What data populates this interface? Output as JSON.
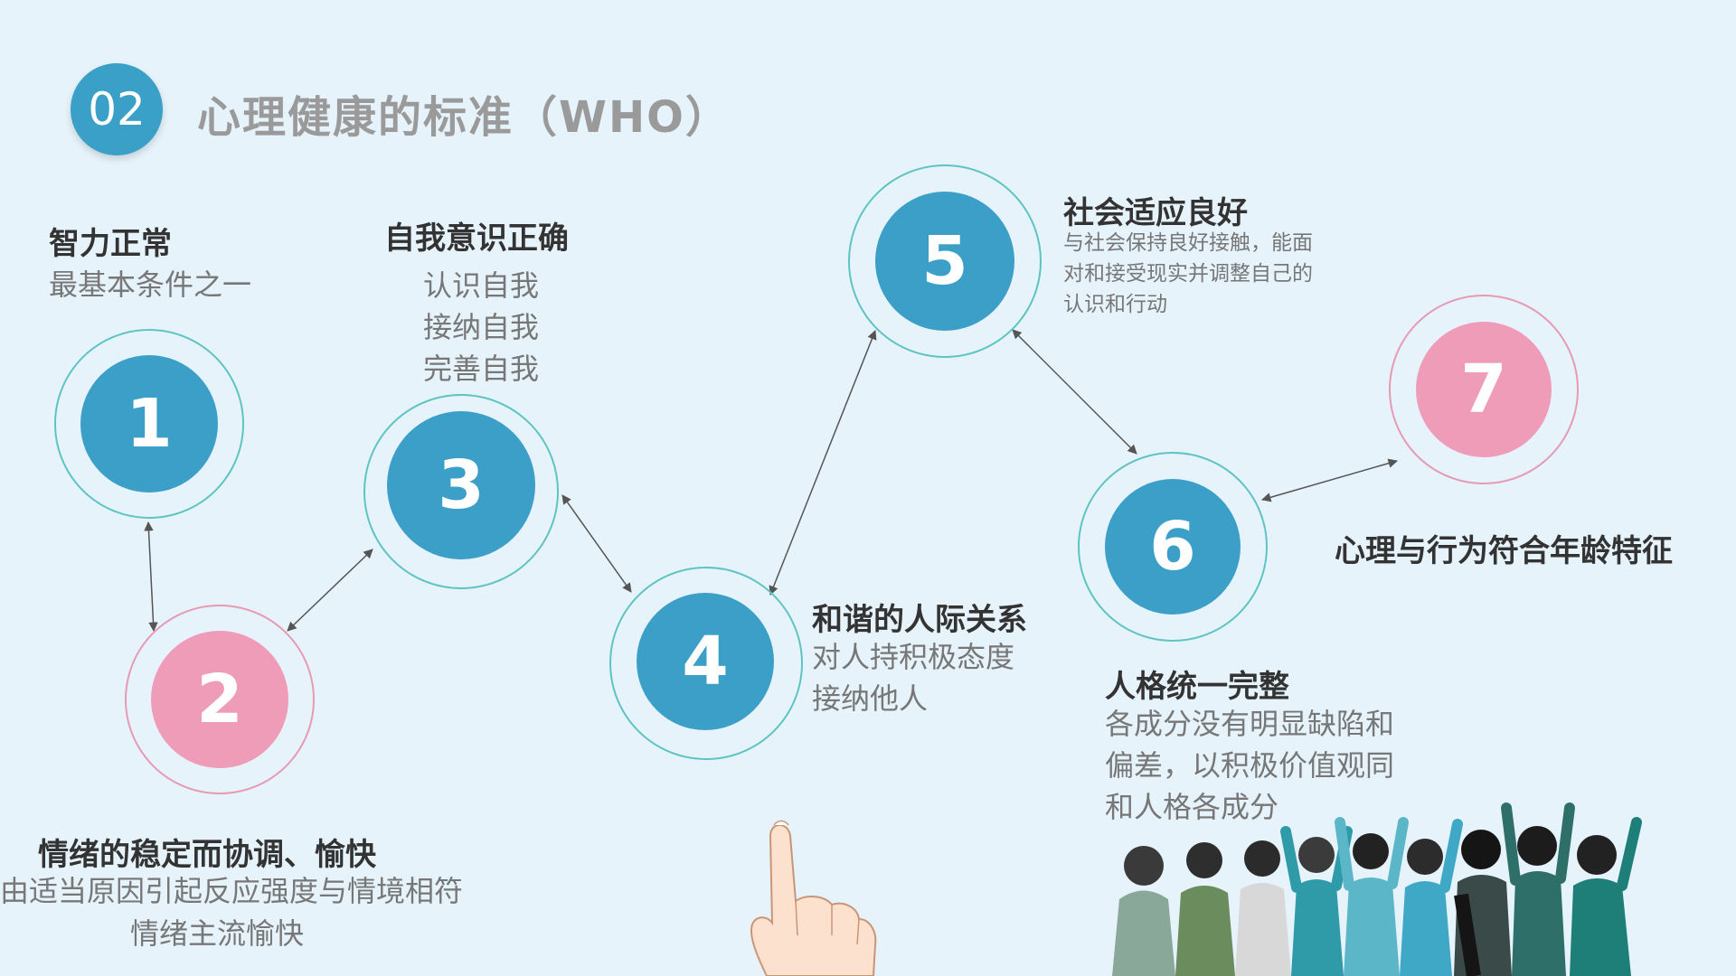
{
  "header": {
    "badge": "02",
    "title": "心理健康的标准（WHO）"
  },
  "nodes": [
    {
      "num": "1",
      "heading": "智力正常",
      "lines": [
        "最基本条件之一"
      ]
    },
    {
      "num": "2",
      "heading": "情绪的稳定而协调、愉快",
      "lines": [
        "由适当原因引起反应强度与情境相符",
        "情绪主流愉快"
      ]
    },
    {
      "num": "3",
      "heading": "自我意识正确",
      "lines": [
        "认识自我",
        "接纳自我",
        "完善自我"
      ]
    },
    {
      "num": "4",
      "heading": "和谐的人际关系",
      "lines": [
        "对人持积极态度",
        "接纳他人"
      ]
    },
    {
      "num": "5",
      "heading": "社会适应良好",
      "lines": [
        "与社会保持良好接触，能面",
        "对和接受现实并调整自己的",
        "认识和行动"
      ]
    },
    {
      "num": "6",
      "heading": "人格统一完整",
      "lines": [
        "各成分没有明显缺陷和",
        "偏差，以积极价值观同",
        "和人格各成分"
      ]
    },
    {
      "num": "7",
      "heading": "心理与行为符合年龄特征",
      "lines": []
    }
  ],
  "colors": {
    "blue": "#3b9fc8",
    "pink": "#ee9cb8",
    "ring_teal": "#5ec4c2",
    "ring_pink": "#e79ab3",
    "background": "#e6f3fb"
  },
  "decorations": [
    "pointing-hand-icon",
    "students-group-illustration"
  ]
}
